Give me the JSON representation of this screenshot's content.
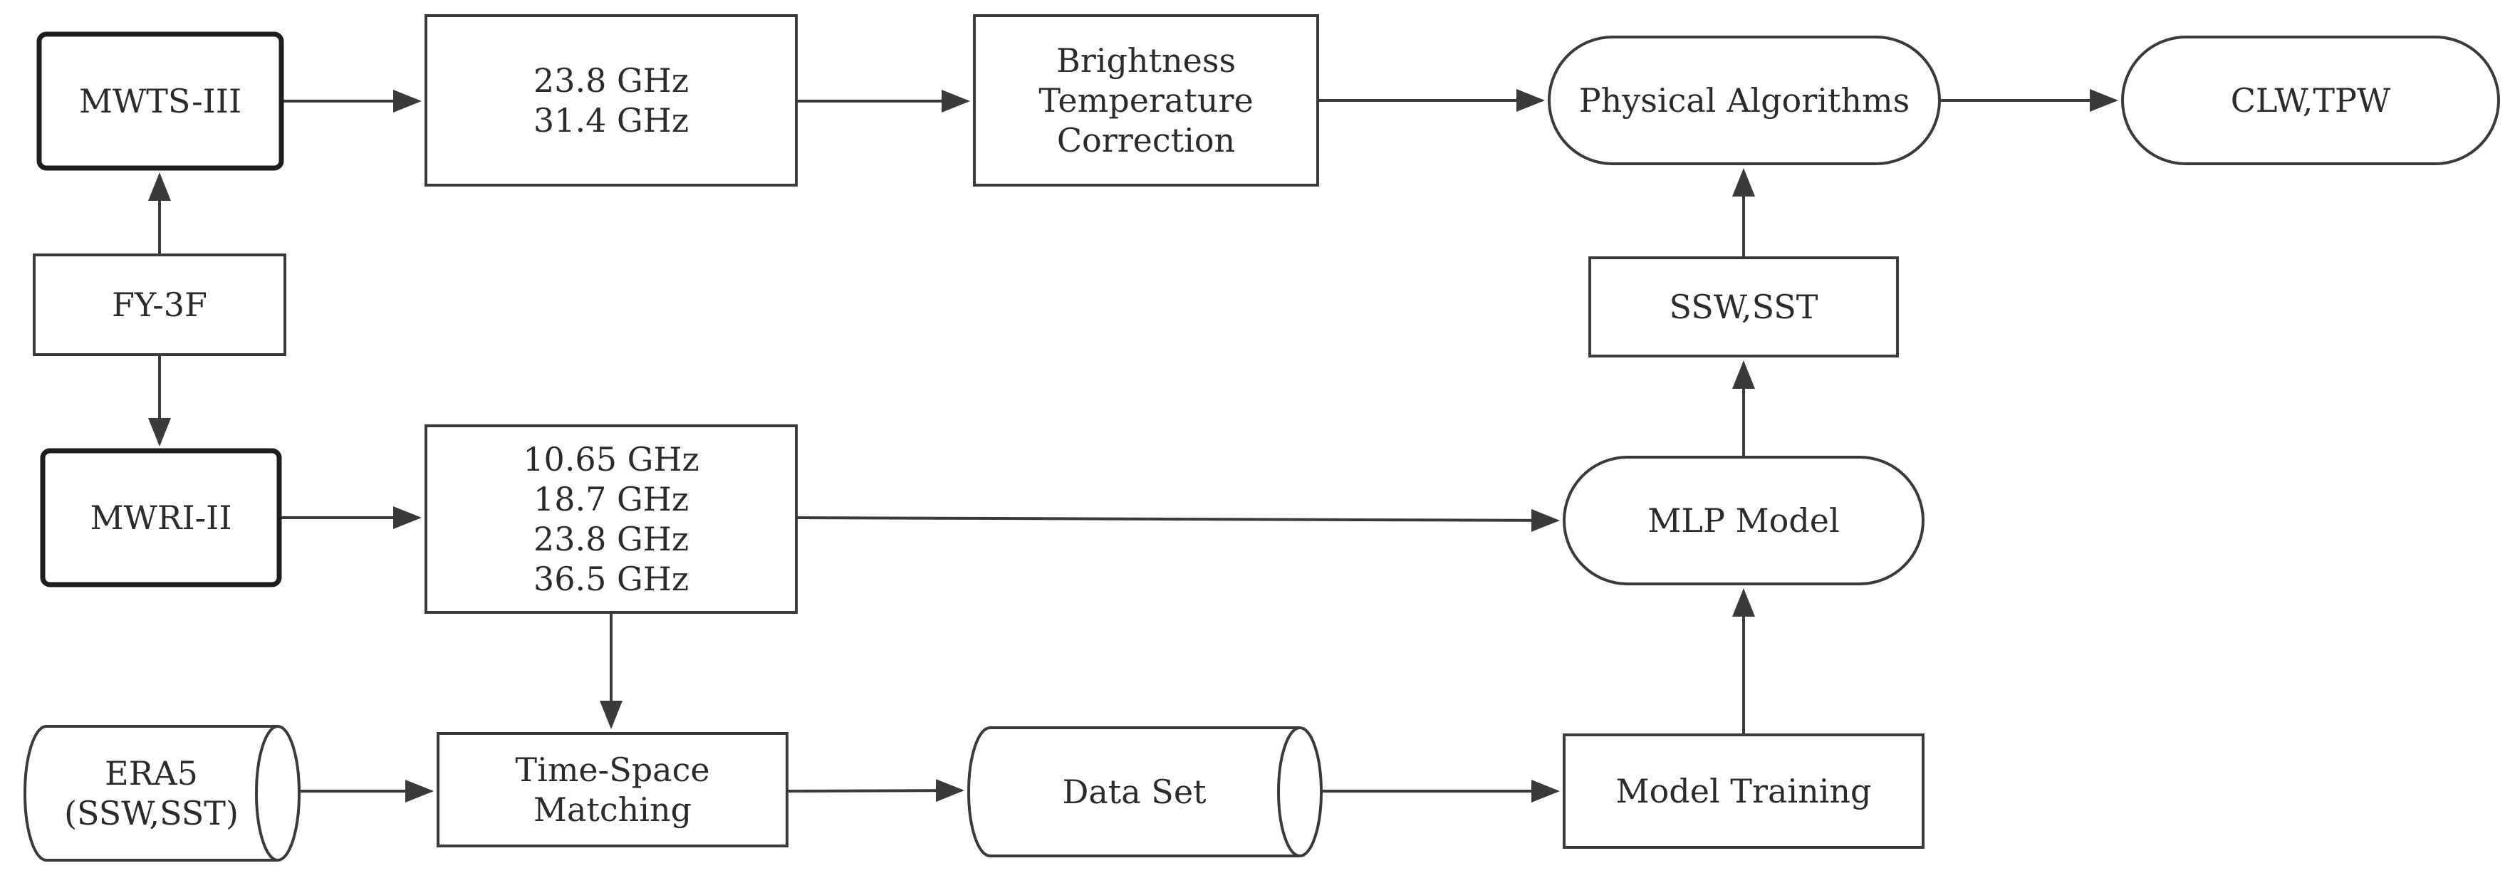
{
  "nodes": {
    "mwts": {
      "lines": [
        "MWTS-III"
      ]
    },
    "fy3f": {
      "lines": [
        "FY-3F"
      ]
    },
    "mwri": {
      "lines": [
        "MWRI-II"
      ]
    },
    "era5": {
      "lines": [
        "ERA5",
        "(SSW,SST)"
      ]
    },
    "freq_top": {
      "lines": [
        "23.8 GHz",
        "31.4 GHz"
      ]
    },
    "freq_mid": {
      "lines": [
        "10.65 GHz",
        "18.7 GHz",
        "23.8 GHz",
        "36.5 GHz"
      ]
    },
    "tsm": {
      "lines": [
        "Time-Space",
        "Matching"
      ]
    },
    "btc": {
      "lines": [
        "Brightness",
        "Temperature",
        "Correction"
      ]
    },
    "dataset": {
      "lines": [
        "Data Set"
      ]
    },
    "phys": {
      "lines": [
        "Physical Algorithms"
      ]
    },
    "clw": {
      "lines": [
        "CLW,TPW"
      ]
    },
    "sswsst": {
      "lines": [
        "SSW,SST"
      ]
    },
    "mlp": {
      "lines": [
        "MLP Model"
      ]
    },
    "training": {
      "lines": [
        "Model Training"
      ]
    }
  },
  "edges": [
    [
      "fy3f",
      "mwts"
    ],
    [
      "fy3f",
      "mwri"
    ],
    [
      "mwts",
      "freq_top"
    ],
    [
      "freq_top",
      "btc"
    ],
    [
      "btc",
      "phys"
    ],
    [
      "phys",
      "clw"
    ],
    [
      "mwri",
      "freq_mid"
    ],
    [
      "freq_mid",
      "mlp"
    ],
    [
      "freq_mid",
      "tsm"
    ],
    [
      "era5",
      "tsm"
    ],
    [
      "tsm",
      "dataset"
    ],
    [
      "dataset",
      "training"
    ],
    [
      "training",
      "mlp"
    ],
    [
      "mlp",
      "sswsst"
    ],
    [
      "sswsst",
      "phys"
    ]
  ]
}
